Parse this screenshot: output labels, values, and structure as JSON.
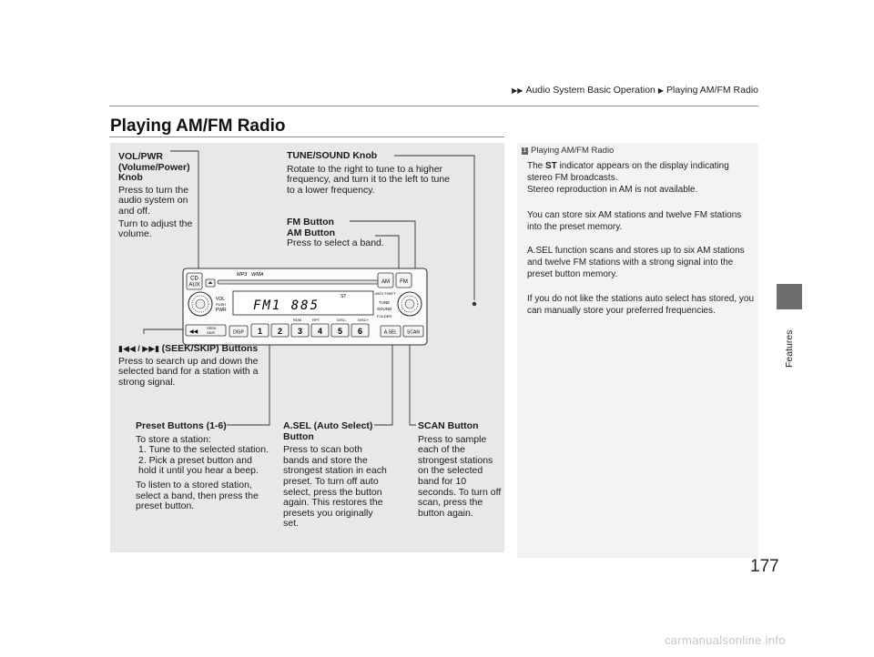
{
  "breadcrumb": {
    "part1": "Audio System Basic Operation",
    "part2": "Playing AM/FM Radio"
  },
  "page": {
    "title": "Playing AM/FM Radio",
    "number": "177",
    "side_label": "Features",
    "watermark": "carmanualsonline.info"
  },
  "diagram": {
    "vol": {
      "title": "VOL/PWR (Volume/Power) Knob",
      "desc1": "Press to turn the audio system on and off.",
      "desc2": "Turn to adjust the volume."
    },
    "tune": {
      "title": "TUNE/SOUND Knob",
      "desc": "Rotate to the right to tune to a higher frequency, and turn it to the left to tune to a lower frequency."
    },
    "fmam": {
      "title1": "FM Button",
      "title2": "AM Button",
      "desc": "Press to select a band."
    },
    "seek": {
      "title": "(SEEK/SKIP) Buttons",
      "desc": "Press to search up and down the selected band for a station with a strong signal."
    },
    "preset": {
      "title": "Preset Buttons (1-6)",
      "intro": "To store a station:",
      "step1": "1.  Tune to the selected station.",
      "step2": "2.  Pick a preset button and hold it until you hear a beep.",
      "outro": "To listen to a stored station, select a band, then press the preset button."
    },
    "asel": {
      "title": "A.SEL (Auto Select) Button",
      "desc": "Press to scan both bands and store the strongest station in each preset. To turn off auto select, press the button again. This restores the presets you originally set."
    },
    "scan": {
      "title": "SCAN Button",
      "desc": "Press to sample each of the strongest stations on the selected band for 10 seconds. To turn off scan, press the button again."
    },
    "radio": {
      "display": "FM1  885",
      "st": "ST",
      "btn_cd": "CD",
      "btn_aux": "AUX",
      "btn_am": "AM",
      "btn_fm": "FM",
      "btn_disp": "DISP",
      "btn_asel": "A.SEL",
      "btn_scan": "SCAN",
      "mp3": "MP3",
      "wma": "WMA",
      "vol_label": "VOL",
      "push_label": "PUSH",
      "pwr_label": "PWR",
      "tune_label": "TUNE",
      "sound_label": "SOUND",
      "anti_theft": "ANTI THEFT",
      "folder": "FOLDER",
      "disc_minus": "DISC-",
      "disc_plus": "DISC+",
      "seek_label": "SEEK",
      "skip_label": "SKIP",
      "rdm": "RDM",
      "rpt": "RPT",
      "presets": [
        "1",
        "2",
        "3",
        "4",
        "5",
        "6"
      ]
    }
  },
  "notes": {
    "heading": "Playing AM/FM Radio",
    "p1a": "The ",
    "p1_st": "ST",
    "p1b": " indicator appears on the display indicating stereo FM broadcasts.",
    "p1c": "Stereo reproduction in AM is not available.",
    "p2": "You can store six AM stations and twelve FM stations into the preset memory.",
    "p3": "A.SEL function scans and stores up to six AM stations and twelve FM stations with a strong signal into the preset button memory.",
    "p4": "If you do not like the stations auto select has stored, you can manually store your preferred frequencies."
  }
}
